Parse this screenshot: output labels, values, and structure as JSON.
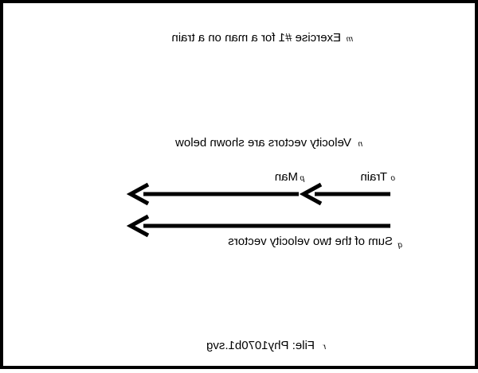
{
  "diagram": {
    "title": {
      "marker": "m",
      "text": "Exercise #1 for a man on a train"
    },
    "subtitle": {
      "marker": "n",
      "text": "Velocity vectors are shown below"
    },
    "train_label": {
      "marker": "o",
      "text": "Train"
    },
    "man_label": {
      "marker": "p",
      "text": "Man"
    },
    "sum_label": {
      "marker": "q",
      "text": "Sum of the two velocity vectors"
    },
    "file_label": {
      "marker": "r",
      "text": "File: Phy1070b1.svg"
    }
  },
  "colors": {
    "ink": "#000000",
    "background": "#ffffff"
  }
}
